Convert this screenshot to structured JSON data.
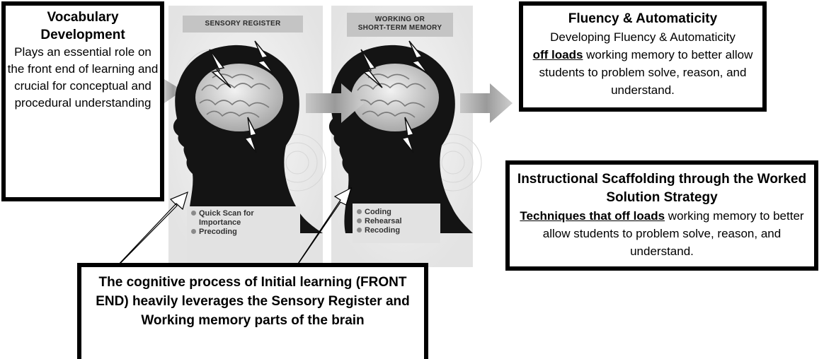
{
  "vocabulary": {
    "title": "Vocabulary Development",
    "body": "Plays an essential role on the front end of learning and crucial for conceptual and procedural understanding"
  },
  "fluency": {
    "title": "Fluency & Automaticity",
    "line1": "Developing Fluency & Automaticity",
    "emphasis": "off loads",
    "line2": " working memory to better allow students to problem solve, reason, and understand."
  },
  "scaffolding": {
    "title": "Instructional Scaffolding through the Worked Solution Strategy",
    "emphasis": "Techniques that off loads",
    "body": " working memory to better allow students to problem solve, reason, and understand."
  },
  "front_end": {
    "text": "The cognitive process of Initial learning (FRONT END) heavily leverages the Sensory Register and Working memory parts of the brain"
  },
  "sensory_panel": {
    "label": "SENSORY REGISTER",
    "bullet1_a": "Quick Scan for",
    "bullet1_b": "Importance",
    "bullet2": "Precoding"
  },
  "working_panel": {
    "label_line1": "WORKING OR",
    "label_line2": "SHORT-TERM MEMORY",
    "bullet1": "Coding",
    "bullet2": "Rehearsal",
    "bullet3": "Recoding"
  }
}
